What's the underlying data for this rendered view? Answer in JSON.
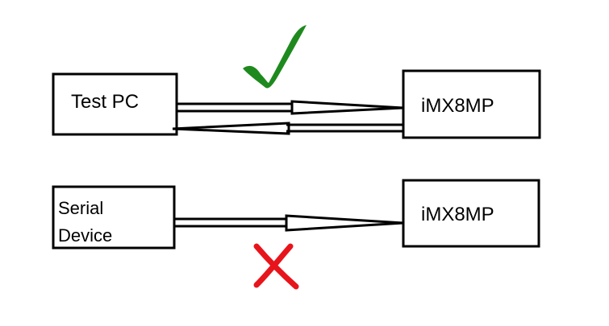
{
  "diagram": {
    "top_row": {
      "left_box_label": "Test PC",
      "right_box_label": "iMX8MP",
      "status_icon": "green-checkmark-icon"
    },
    "bottom_row": {
      "left_box_label_line1": "Serial",
      "left_box_label_line2": "Device",
      "right_box_label": "iMX8MP",
      "status_icon": "red-cross-icon"
    },
    "colors": {
      "outline": "#000000",
      "check": "#1e8a1e",
      "cross": "#e8141b"
    }
  }
}
